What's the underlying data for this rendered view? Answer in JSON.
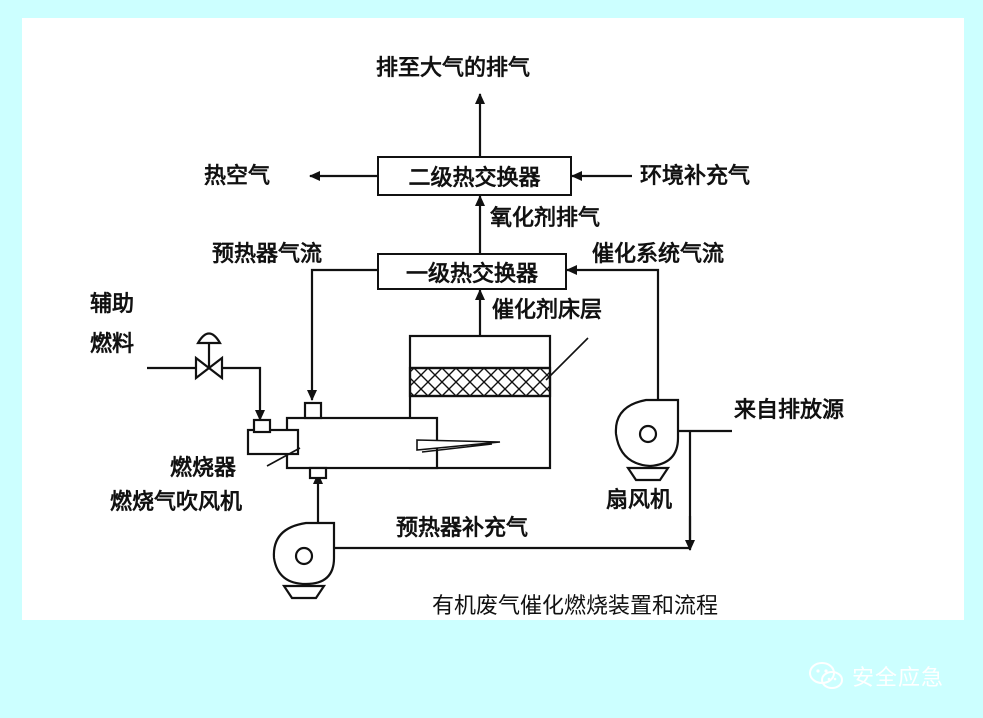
{
  "diagram": {
    "boxes": {
      "stage2": "二级热交换器",
      "stage1": "一级热交换器"
    },
    "labels": {
      "exhaust_top": "排至大气的排气",
      "hot_air": "热空气",
      "ambient_makeup": "环境补充气",
      "oxidizer_exhaust": "氧化剂排气",
      "preheater_flow": "预热器气流",
      "catalytic_flow": "催化系统气流",
      "aux_fuel_1": "辅助",
      "aux_fuel_2": "燃料",
      "catalyst_bed": "催化剂床层",
      "source_in": "来自排放源",
      "burner": "燃烧器",
      "burner_blower": "燃烧气吹风机",
      "fan": "扇风机",
      "preheater_makeup": "预热器补充气"
    },
    "caption": "有机废气催化燃烧装置和流程"
  },
  "watermark": {
    "text": "安全应急",
    "icon": "wechat-icon"
  },
  "colors": {
    "background": "#ccffff",
    "panel": "#ffffff",
    "ink": "#111111"
  }
}
